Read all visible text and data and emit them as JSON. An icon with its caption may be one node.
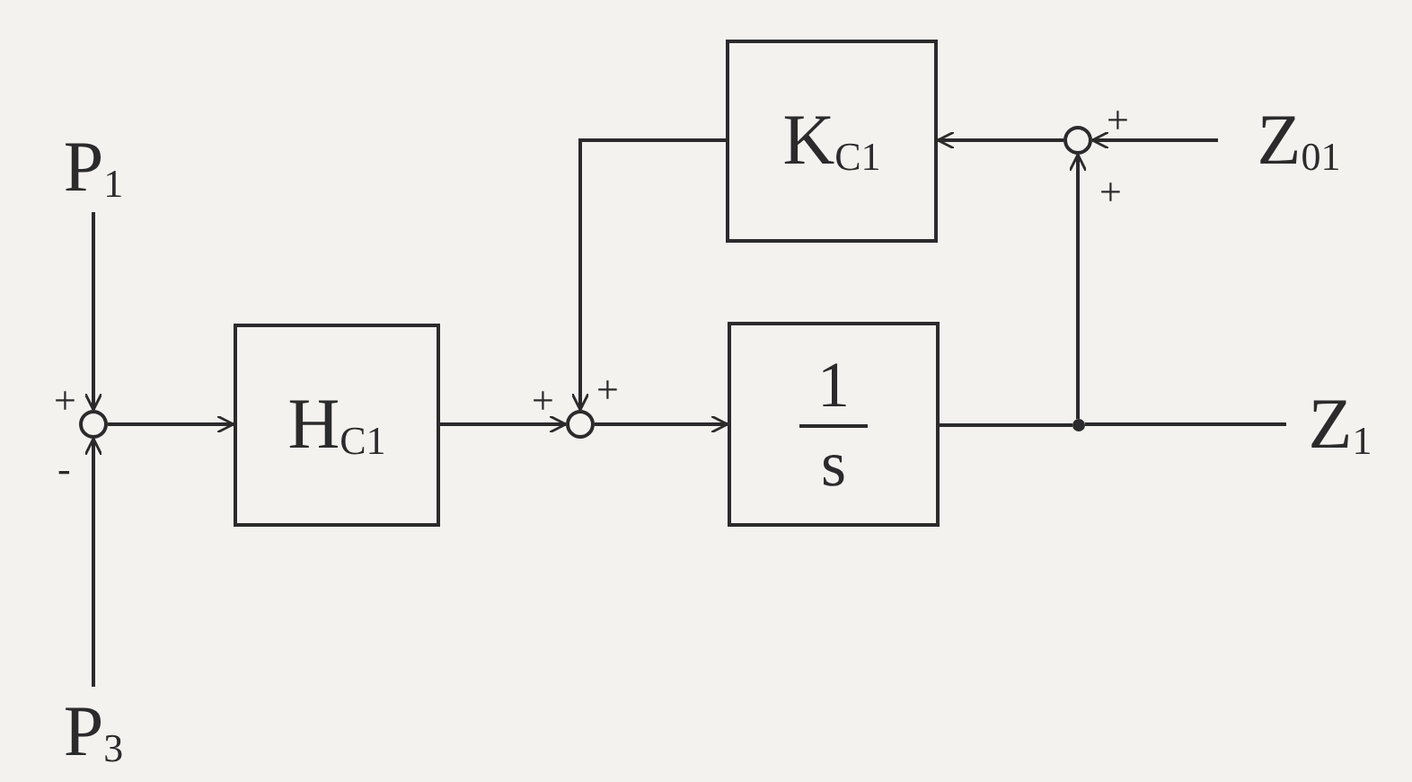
{
  "diagram": {
    "nodes": [
      {
        "text": [
          "P$_{1}$"
        ]
      },
      {
        "text": [],
        "shape": "circle"
      },
      {
        "text": [
          "P$_{3}$"
        ]
      },
      {
        "text": [
          "H$_{C1}$"
        ]
      },
      {
        "text": [],
        "shape": "circle"
      },
      {
        "text": [
          "K$_{C1}$"
        ]
      },
      {
        "text": [
          "1",
          "s"
        ]
      },
      {
        "text": [],
        "shape": "circle"
      },
      {
        "text": [
          "Z$_{01}$"
        ]
      },
      {
        "text": [],
        "shape": "dot"
      },
      {
        "text": [
          "Z$_{1}$"
        ]
      }
    ],
    "edges": [
      {
        "from": 0,
        "to": 1,
        "arrow": "to"
      },
      {
        "from": 2,
        "to": 1,
        "arrow": "to"
      },
      {
        "from": 1,
        "to": 3,
        "arrow": "to"
      },
      {
        "from": 3,
        "to": 4,
        "arrow": "to"
      },
      {
        "from": 5,
        "to": 4,
        "arrow": "to"
      },
      {
        "from": 4,
        "to": 6,
        "arrow": "to"
      },
      {
        "from": 6,
        "to": 9,
        "arrow": "none"
      },
      {
        "from": 9,
        "to": 10,
        "arrow": "none"
      },
      {
        "from": 9,
        "to": 7,
        "arrow": "to"
      },
      {
        "from": 8,
        "to": 7,
        "arrow": "to"
      },
      {
        "from": 7,
        "to": 5,
        "arrow": "to"
      }
    ],
    "labels": [
      "+",
      "+",
      "+",
      "+",
      "+",
      "-"
    ]
  }
}
